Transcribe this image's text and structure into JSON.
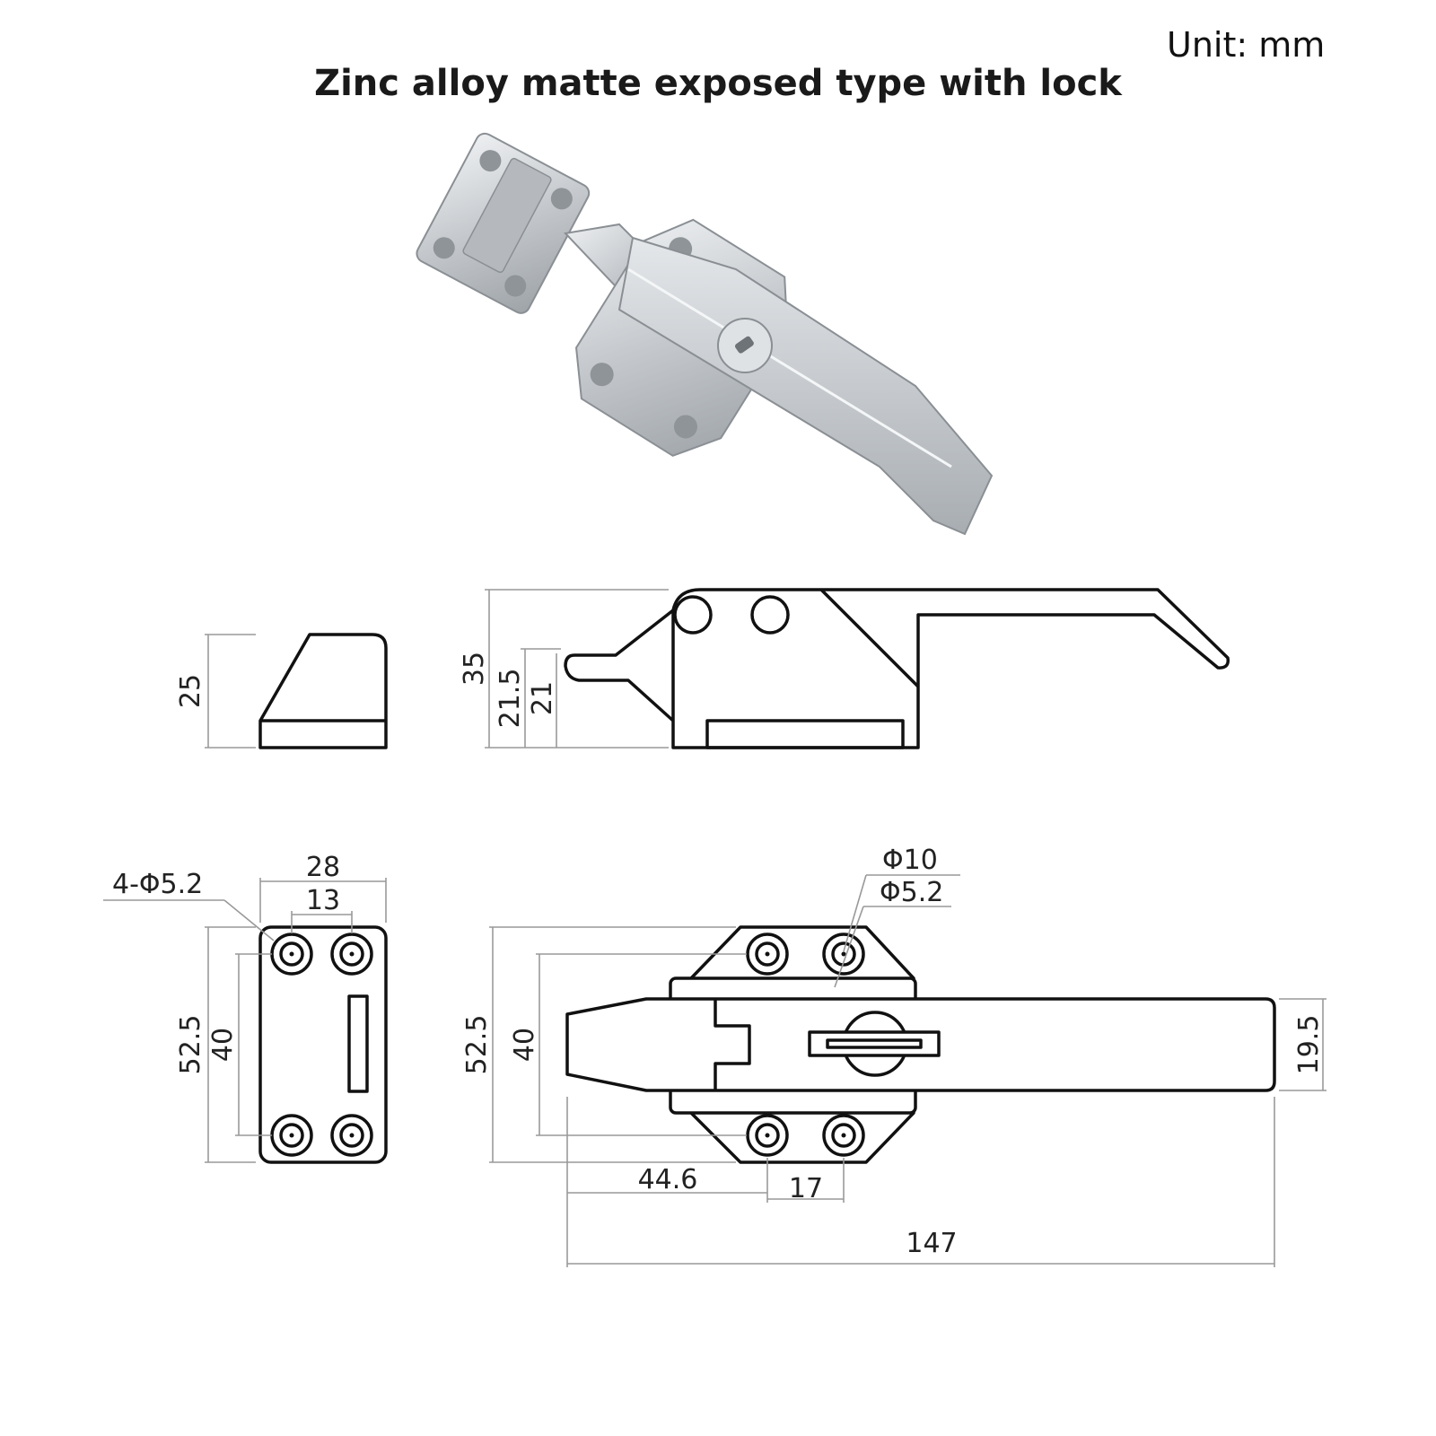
{
  "header": {
    "unit_label": "Unit: mm",
    "title": "Zinc alloy matte exposed type with lock"
  },
  "side_view": {
    "catch_height": "25",
    "latch_height": "35",
    "hook_height_a": "21.5",
    "hook_height_b": "21"
  },
  "catch_plate": {
    "holes": "4-Φ5.2",
    "width": "28",
    "hole_spacing_x": "13",
    "height": "52.5",
    "hole_spacing_y": "40"
  },
  "latch_top": {
    "lock_dia": "Φ10",
    "hole_dia": "Φ5.2",
    "base_height": "52.5",
    "hole_spacing_y": "40",
    "handle_width": "19.5",
    "offset_x": "44.6",
    "hole_spacing_x": "17",
    "total_length": "147"
  },
  "colors": {
    "line": "#111111",
    "dimension": "#999999",
    "metal": "#c9cdd1"
  }
}
